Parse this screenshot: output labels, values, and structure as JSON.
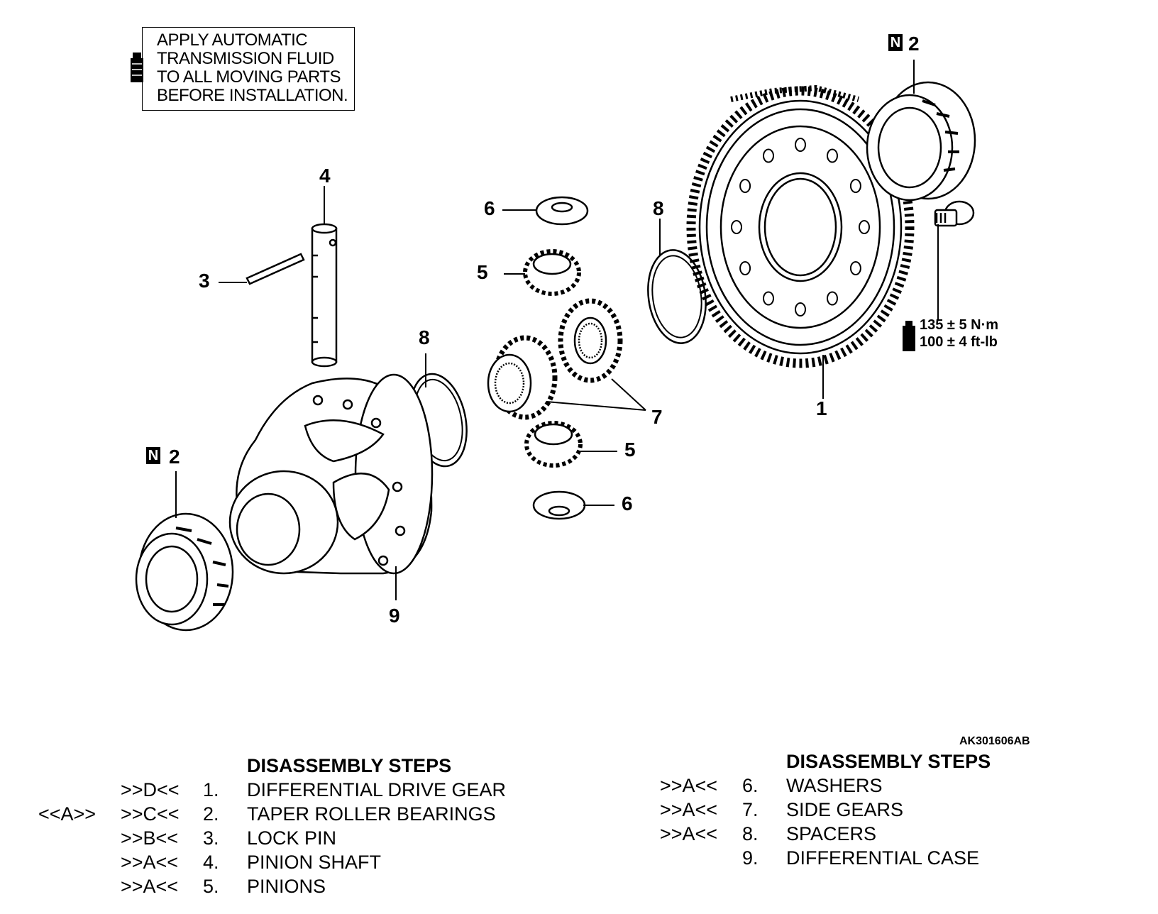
{
  "note": {
    "lines": [
      "APPLY AUTOMATIC",
      "TRANSMISSION FLUID",
      "TO ALL MOVING PARTS",
      "BEFORE INSTALLATION."
    ],
    "icon": "fluid-bottle-icon"
  },
  "callouts": {
    "c1": "1",
    "c2a": "2",
    "c2b": "2",
    "c3": "3",
    "c4": "4",
    "c5a": "5",
    "c5b": "5",
    "c6a": "6",
    "c6b": "6",
    "c7": "7",
    "c8a": "8",
    "c8b": "8",
    "c9": "9",
    "new_part_symbol": "N"
  },
  "torque": {
    "line1": "135 ± 5 N·m",
    "line2": "100 ± 4 ft-lb"
  },
  "figure_code": "AK301606AB",
  "steps_left": {
    "title": "DISASSEMBLY STEPS",
    "rows": [
      {
        "pre": "",
        "ref": ">>D<<",
        "num": "1.",
        "name": "DIFFERENTIAL DRIVE GEAR"
      },
      {
        "pre": "<<A>>",
        "ref": ">>C<<",
        "num": "2.",
        "name": "TAPER ROLLER BEARINGS"
      },
      {
        "pre": "",
        "ref": ">>B<<",
        "num": "3.",
        "name": "LOCK PIN"
      },
      {
        "pre": "",
        "ref": ">>A<<",
        "num": "4.",
        "name": "PINION SHAFT"
      },
      {
        "pre": "",
        "ref": ">>A<<",
        "num": "5.",
        "name": "PINIONS"
      }
    ]
  },
  "steps_right": {
    "title": "DISASSEMBLY STEPS",
    "rows": [
      {
        "ref": ">>A<<",
        "num": "6.",
        "name": "WASHERS"
      },
      {
        "ref": ">>A<<",
        "num": "7.",
        "name": "SIDE GEARS"
      },
      {
        "ref": ">>A<<",
        "num": "8.",
        "name": "SPACERS"
      },
      {
        "ref": "",
        "num": "9.",
        "name": "DIFFERENTIAL CASE"
      }
    ]
  }
}
